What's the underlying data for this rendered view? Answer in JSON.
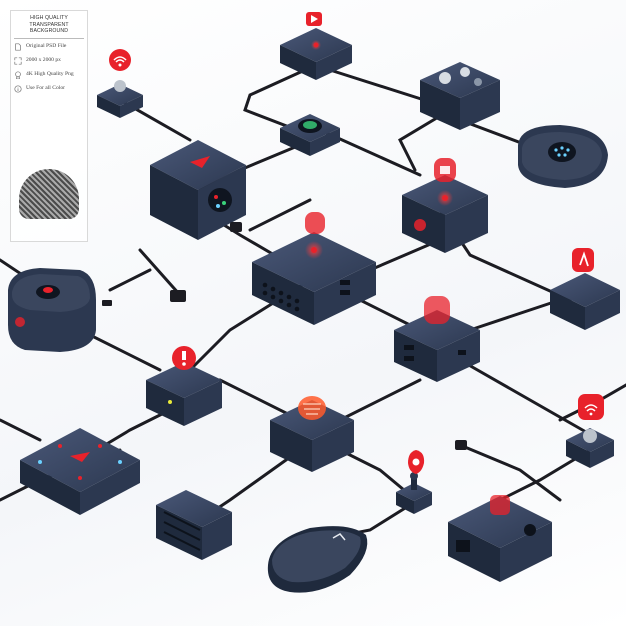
{
  "banner": {
    "title_line1": "HIGH QUALITY",
    "title_line2": "TRANSPARENT BACKGROUND",
    "features": [
      {
        "icon": "file-icon",
        "text": "Original PSD File"
      },
      {
        "icon": "resize-icon",
        "text": "2000 x 2000 px"
      },
      {
        "icon": "badge-icon",
        "text": "4K High Quality Png"
      },
      {
        "icon": "info-icon",
        "text": "Use For all Color"
      }
    ]
  },
  "colors": {
    "device_dark": "#1f2a3d",
    "device_mid": "#2c3850",
    "device_top": "#3b4966",
    "accent_red": "#e8222b",
    "cable": "#1c1c22",
    "background": "#ffffff"
  }
}
